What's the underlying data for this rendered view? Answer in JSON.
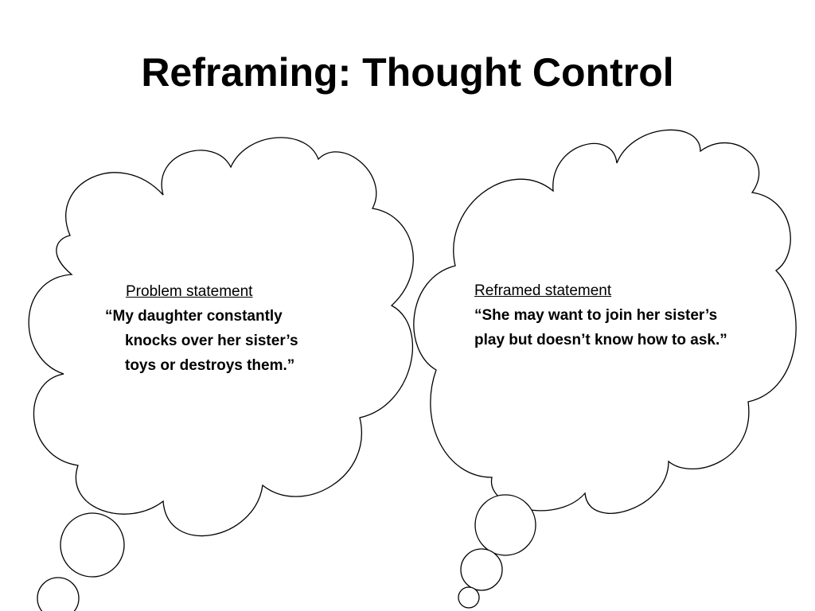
{
  "slide": {
    "title": "Reframing: Thought Control"
  },
  "left_cloud": {
    "heading": "Problem statement",
    "quote": "“My daughter constantly knocks over her sister’s toys or destroys them.”"
  },
  "right_cloud": {
    "heading": "Reframed statement",
    "quote": "“She  may want to join her sister’s play but doesn’t know how to ask.”"
  },
  "colors": {
    "background": "#ffffff",
    "text": "#000000",
    "outline": "#000000"
  }
}
